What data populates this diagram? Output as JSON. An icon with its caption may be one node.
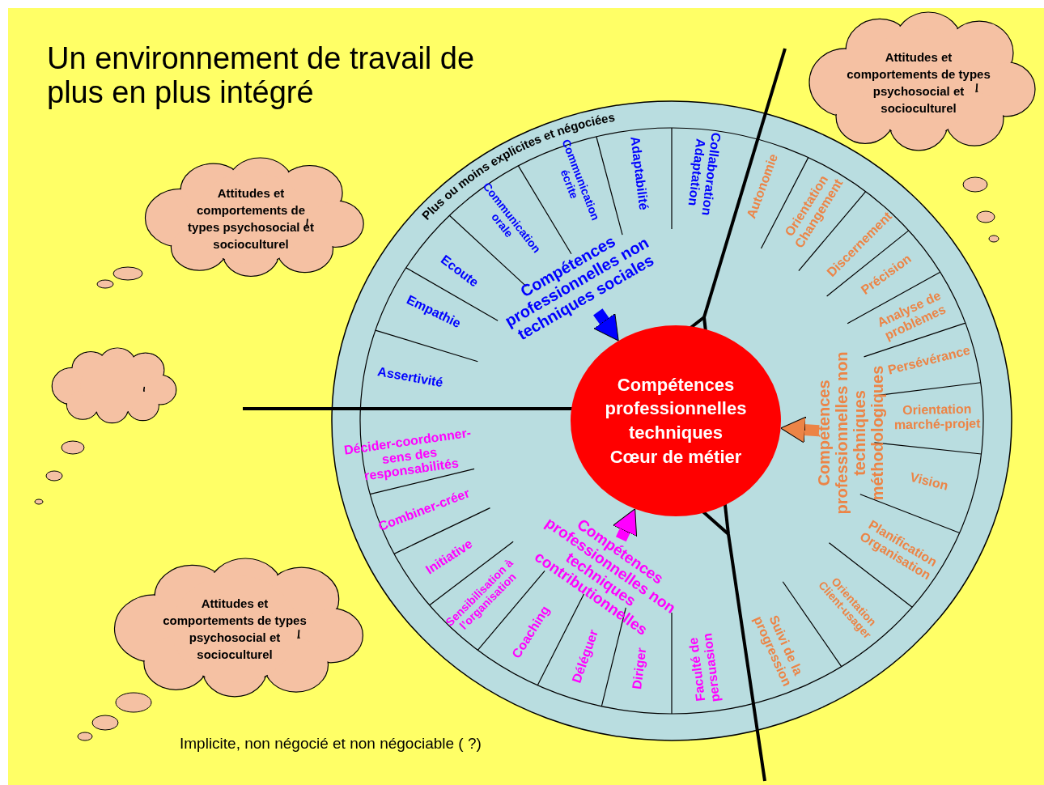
{
  "diagram": {
    "title": "Un environnement de travail de plus en plus intégré",
    "nodes": [
      {
        "text": [
          "Compétences professionnelles techniques",
          "Cœur de métier"
        ]
      },
      {
        "text": [
          "Compétences professionnelles non techniques sociales"
        ]
      },
      {
        "text": [
          "Compétences professionnelles non techniques méthodologiques"
        ]
      },
      {
        "text": [
          "Compétences professionnelles non techniques contributionnelles"
        ]
      },
      {
        "text": [
          "Attitudes et comportements de types psychosocial et socioculturel"
        ]
      },
      {
        "text": [
          "Attitudes et comportements de types psychosocial et socioculturel"
        ]
      },
      {
        "text": [],
        "shape": "cloud"
      },
      {
        "text": [
          "Attitudes et comportements de types psychosocial et socioculturel"
        ]
      }
    ],
    "edges": [
      {
        "from": 1,
        "to": 0,
        "arrow": "to",
        "color": "#0000ff"
      },
      {
        "from": 2,
        "to": 0,
        "arrow": "to",
        "color": "#ec8446"
      },
      {
        "from": 3,
        "to": 0,
        "arrow": "to",
        "color": "#ff00ff"
      }
    ],
    "labels": [
      "Plus ou moins explicites et négociées",
      "Assertivité",
      "Empathie",
      "Ecoute",
      "Communication orale",
      "Communication écrite",
      "Adaptabilité",
      "Collaboration Adaptation",
      "Autonomie",
      "Orientation Changement",
      "Discernement",
      "Précision",
      "Analyse de problèmes",
      "Persévérance",
      "Orientation marché-projet",
      "Vision",
      "Planification Organisation",
      "Orientation Client-usager",
      "Suivi de la progression",
      "Faculté de persuasion",
      "Diriger",
      "Déléguer",
      "Coaching",
      "Sensibilisation à l’organisation",
      "Initiative",
      "Combiner-créer",
      "Décider-coordonner-sens des responsabilités",
      "Implicite, non négocié et non négociable ( ?)"
    ]
  }
}
